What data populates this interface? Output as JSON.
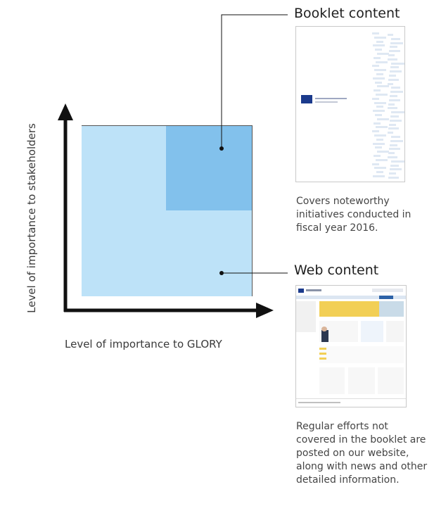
{
  "axes": {
    "y_label": "Level of importance to stakeholders",
    "x_label": "Level of importance to GLORY"
  },
  "booklet": {
    "title": "Booklet content",
    "description": "Covers noteworthy initiatives conducted in fiscal year 2016."
  },
  "web": {
    "title": "Web content",
    "description": "Regular efforts not covered in the booklet are posted on our website, along with news and other detailed information."
  },
  "colors": {
    "light_region": "#bde2f8",
    "dark_region": "#82c1ec",
    "axis": "#111111"
  }
}
